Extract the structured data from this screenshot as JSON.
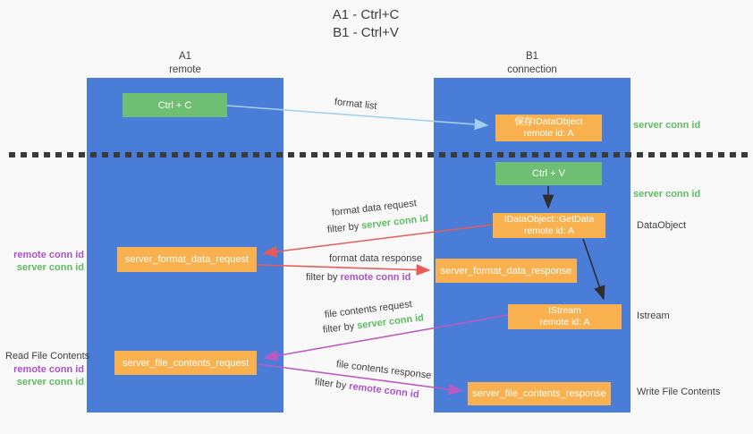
{
  "title": {
    "line1": "A1 - Ctrl+C",
    "line2": "B1 - Ctrl+V"
  },
  "lanes": {
    "a1": {
      "name": "A1",
      "sub": "remote"
    },
    "b1": {
      "name": "B1",
      "sub": "connection"
    }
  },
  "nodes": {
    "ctrl_c": {
      "label": "Ctrl + C"
    },
    "ctrl_v": {
      "label": "Ctrl + V"
    },
    "save_dataobject": {
      "line1": "保存IDataObject",
      "line2": "remote id: A"
    },
    "getdata": {
      "line1": "IDataObject::GetData",
      "line2": "remote id: A"
    },
    "istream": {
      "line1": "IStream",
      "line2": "remote id: A"
    },
    "server_format_data_request": {
      "label": "server_format_data_request"
    },
    "server_format_data_response": {
      "label": "server_format_data_response"
    },
    "server_file_contents_request": {
      "label": "server_file_contents_request"
    },
    "server_file_contents_response": {
      "label": "server_file_contents_response"
    }
  },
  "edge_labels": {
    "format_list": "format list",
    "format_data_request": "format data request",
    "format_data_response": "format data response",
    "file_contents_request": "file contents request",
    "file_contents_response": "file contents response",
    "filter_by": "filter by ",
    "server_conn_id": "server conn id",
    "remote_conn_id": "remote conn id"
  },
  "annotations": {
    "right_server_conn_id_1": "server conn id",
    "right_server_conn_id_2": "server conn id",
    "right_dataobject": "DataObject",
    "right_istream": "Istream",
    "right_write_file": "Write File Contents",
    "left_remote_conn_id_1": "remote conn id",
    "left_server_conn_id_1": "server conn id",
    "left_read_file": "Read File Contents",
    "left_remote_conn_id_2": "remote conn id",
    "left_server_conn_id_2": "server conn id"
  },
  "colors": {
    "lane_blue": "#4A7DD7",
    "node_green": "#6FBE73",
    "node_orange": "#F9B04E",
    "arrow_red": "#EA5B57",
    "arrow_magenta": "#BC5AC4",
    "arrow_light_blue": "#A3CFF0",
    "arrow_black": "#2E2E2E",
    "text_dark": "#3F3F3F",
    "conn_id_green": "#5FBB63",
    "conn_id_purple": "#A953C6",
    "background": "#F8F8F8"
  }
}
